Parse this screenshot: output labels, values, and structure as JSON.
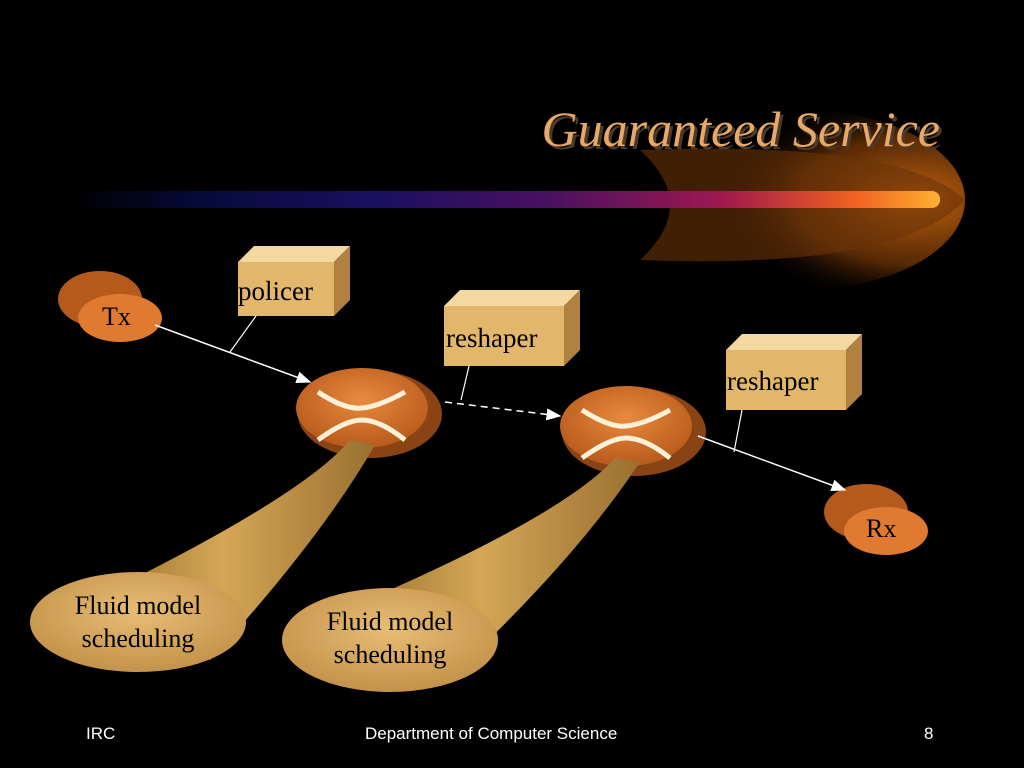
{
  "title": "Guaranteed Service",
  "nodes": {
    "tx": "Tx",
    "rx": "Rx",
    "policer": "policer",
    "reshaper1": "reshaper",
    "reshaper2": "reshaper"
  },
  "bubbles": {
    "left": {
      "line1": "Fluid model",
      "line2": "scheduling"
    },
    "right": {
      "line1": "Fluid model",
      "line2": "scheduling"
    }
  },
  "footer": {
    "left": "IRC",
    "center": "Department of Computer Science",
    "right": "8"
  },
  "colors": {
    "background": "#000000",
    "title": "#e8a867",
    "node_orange": "#d9732a",
    "box_tan": "#e0b46a",
    "cone_gold": "#c89a46"
  }
}
